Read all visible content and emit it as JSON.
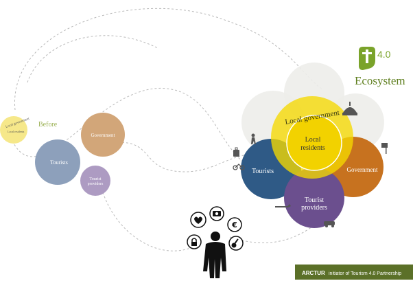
{
  "logo": {
    "version": "4.0",
    "title": "Ecosystem"
  },
  "before": {
    "heading": "Before",
    "circles": {
      "local": "Local government",
      "local_sub": "Local residents",
      "government": "Government",
      "tourists": "Tourists",
      "providers_line1": "Tourist",
      "providers_line2": "providers"
    }
  },
  "ecosystem": {
    "local_government": "Local government",
    "local_residents_line1": "Local",
    "local_residents_line2": "residents",
    "tourists": "Tourists",
    "government": "Government",
    "providers_line1": "Tourist",
    "providers_line2": "providers"
  },
  "footer": {
    "brand": "ARCTUR",
    "text": "initiator of Tourism 4.0 Partnership"
  },
  "colors": {
    "olive": "#6b8e23",
    "before_text": "#8aa34a",
    "yellow": "#f5d800",
    "yellow_light": "#f6e88a",
    "blue": "#2f5a86",
    "blue_light": "#8da0bb",
    "orange": "#c7721f",
    "orange_light": "#d2a679",
    "purple": "#6b4f8e",
    "purple_light": "#ad9bc2",
    "footer_bg": "#5b7028"
  },
  "icons": [
    "heart-rate-icon",
    "camera-icon",
    "euro-icon",
    "lock-icon",
    "guitar-icon",
    "backpacker-icon",
    "capitol-icon",
    "hiker-icon",
    "suitcase-icon",
    "flag-icon",
    "plane-icon",
    "car-icon",
    "bicycle-icon"
  ]
}
